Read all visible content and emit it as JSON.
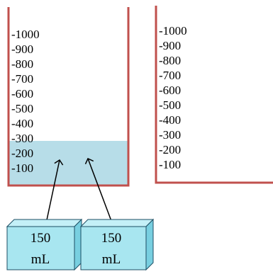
{
  "colors": {
    "beaker_wall": "#c0504d",
    "water_fill": "#b7dde8",
    "cube_front": "#a8e6f0",
    "cube_side": "#78cfe0",
    "cube_top": "#c4f0f7",
    "cube_stroke": "#1c4e63",
    "arrow": "#000000"
  },
  "beakers": [
    {
      "name": "left",
      "ticks": [
        "-1000",
        "-900",
        "-800",
        "-700",
        "-600",
        "-500",
        "-400",
        "-300",
        "-200",
        "-100"
      ],
      "water_level_ml": 300
    },
    {
      "name": "right",
      "ticks": [
        "-1000",
        "-900",
        "-800",
        "-700",
        "-600",
        "-500",
        "-400",
        "-300",
        "-200",
        "-100"
      ],
      "water_level_ml": 0
    }
  ],
  "cubes": [
    {
      "line1": "150",
      "line2": "mL"
    },
    {
      "line1": "150",
      "line2": "mL"
    }
  ]
}
